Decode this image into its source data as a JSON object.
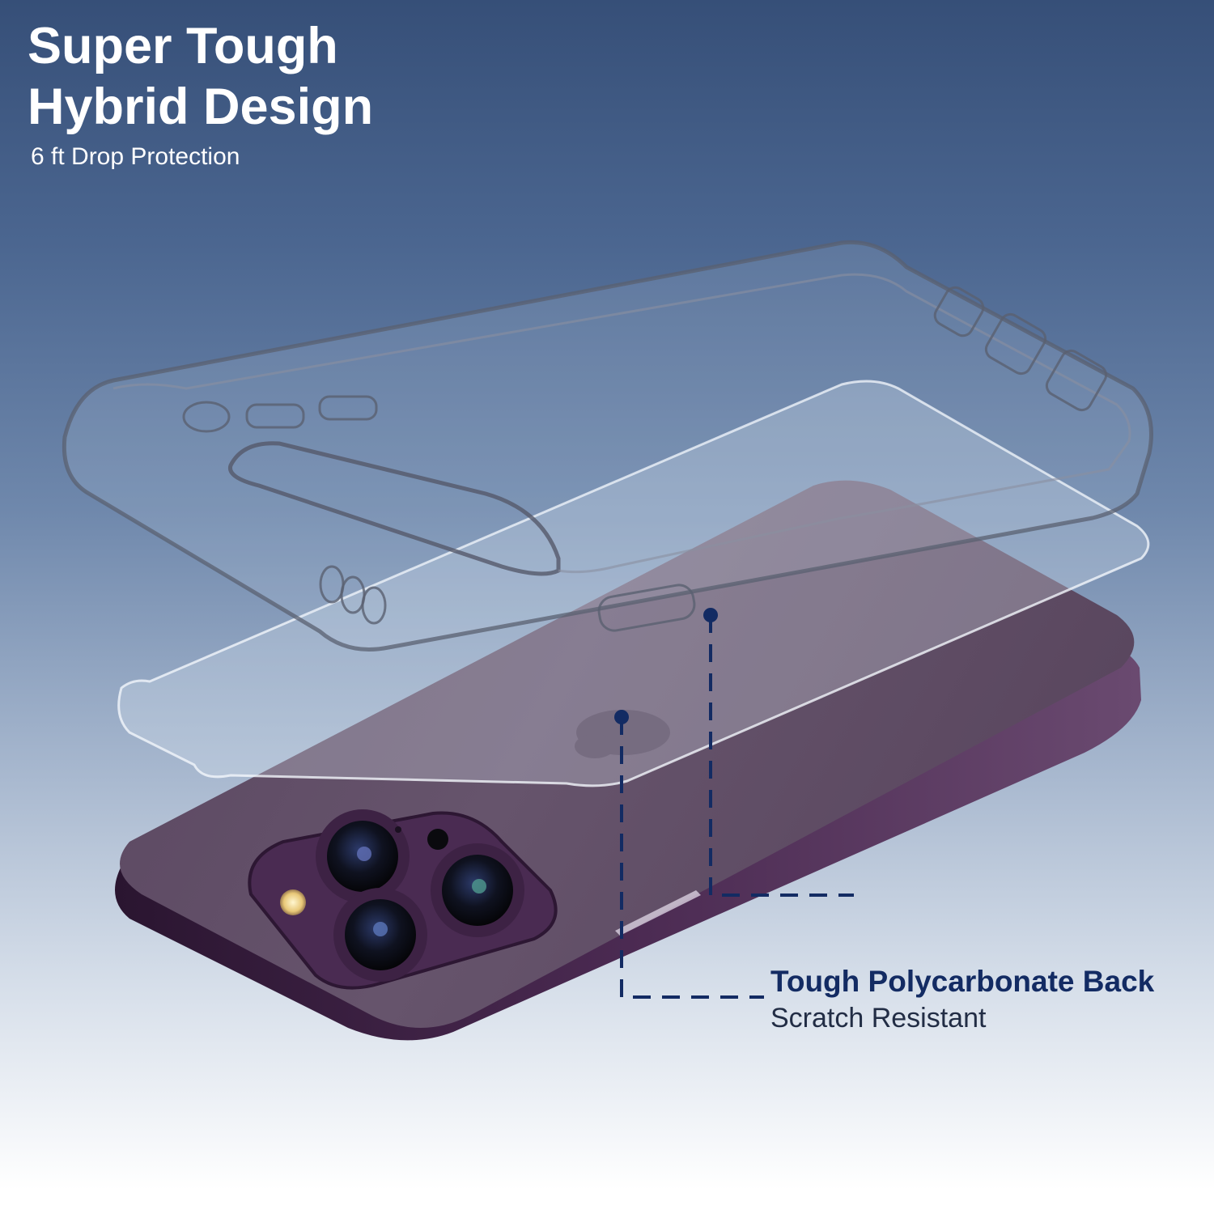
{
  "headline": {
    "line1": "Super Tough",
    "line2": "Hybrid Design",
    "subtitle": "6 ft Drop Protection"
  },
  "callout": {
    "title": "Tough Polycarbonate Back",
    "subtitle": "Scratch Resistant"
  },
  "colors": {
    "background_top": "#364f78",
    "background_bottom": "#ffffff",
    "phone_body": "#5e4b62",
    "phone_frame": "#3d2440",
    "callout_accent": "#132b63",
    "headline_text": "#ffffff"
  },
  "illustration": {
    "subject": "phone-back-with-clear-case",
    "layers": [
      "clear-bumper-frame",
      "clear-polycarbonate-back-plate",
      "phone"
    ]
  }
}
